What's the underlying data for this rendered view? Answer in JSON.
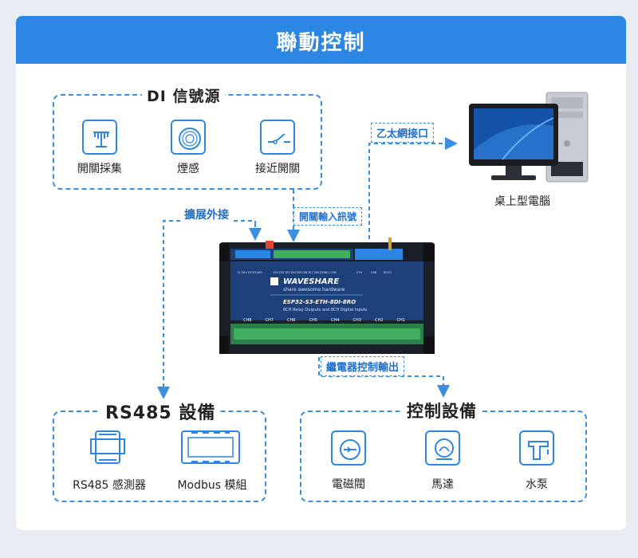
{
  "banner": {
    "title": "聯動控制"
  },
  "di_box": {
    "title": "DI 信號源",
    "items": [
      {
        "label": "開關採集",
        "icon": "switch-acquisition-icon"
      },
      {
        "label": "煙感",
        "icon": "smoke-sensor-icon"
      },
      {
        "label": "接近開關",
        "icon": "proximity-switch-icon"
      }
    ]
  },
  "flows": {
    "ethernet": "乙太網接口",
    "expansion": "擴展外接",
    "switch_input": "開關輸入訊號",
    "relay_output": "繼電器控制輸出"
  },
  "pc": {
    "label": "桌上型電腦"
  },
  "device": {
    "brand": "WAVESHARE",
    "tagline": "share awesome hardware",
    "model": "ESP32-S3-ETH-8DI-8RO",
    "description": "8CH Relay Outputs and 8CH Digital Inputs",
    "channels": [
      "CH8",
      "CH7",
      "CH6",
      "CH5",
      "CH4",
      "CH3",
      "CH2",
      "CH1"
    ],
    "top_port_labels": [
      "12-36V DC",
      "RS485",
      "DI1 DI2 DI3 DI4 DI5 DI6 DI7 DI8 DGND COM",
      "ETH",
      "USB",
      "BOOT"
    ]
  },
  "rs485_box": {
    "title": "RS485 設備",
    "items": [
      {
        "label": "RS485 感測器",
        "icon": "rs485-sensor-icon"
      },
      {
        "label": "Modbus 模組",
        "icon": "modbus-module-icon"
      }
    ]
  },
  "control_box": {
    "title": "控制設備",
    "items": [
      {
        "label": "電磁閥",
        "icon": "solenoid-valve-icon"
      },
      {
        "label": "馬達",
        "icon": "motor-icon"
      },
      {
        "label": "水泵",
        "icon": "water-pump-icon"
      }
    ]
  },
  "colors": {
    "accent": "#2b87e3",
    "dashed_line": "#3b8fe0",
    "label_blue": "#1f6fc8",
    "device_body": "#1a1f27",
    "device_face": "#1d3f7a",
    "terminal_green": "#3fae5f"
  }
}
